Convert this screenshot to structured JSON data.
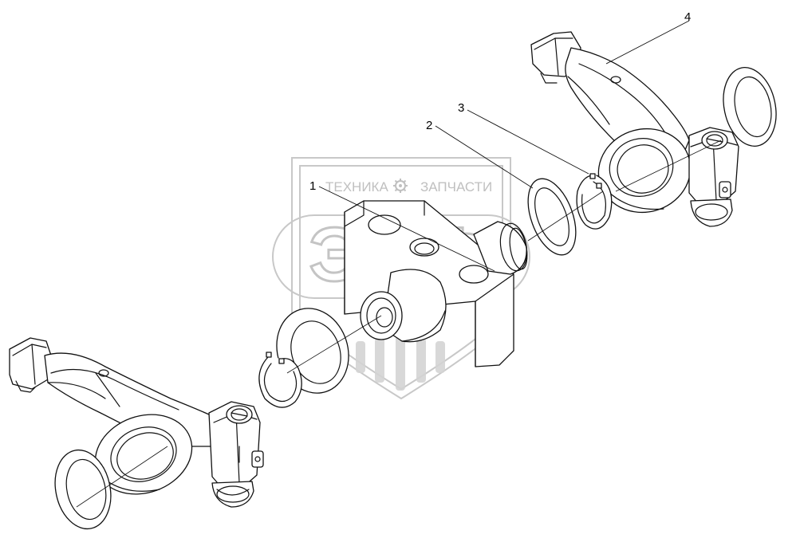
{
  "watermark": {
    "top_text_left": "ТЕХНИКА",
    "top_text_right": "ЗАПЧАСТИ",
    "logo_letters": "ЭПФ",
    "color": "#c8c8c8"
  },
  "callouts": [
    {
      "label": "1"
    },
    {
      "label": "2"
    },
    {
      "label": "3"
    },
    {
      "label": "4"
    }
  ],
  "icons": {
    "gear": "gear-icon"
  },
  "line_color": "#111111"
}
